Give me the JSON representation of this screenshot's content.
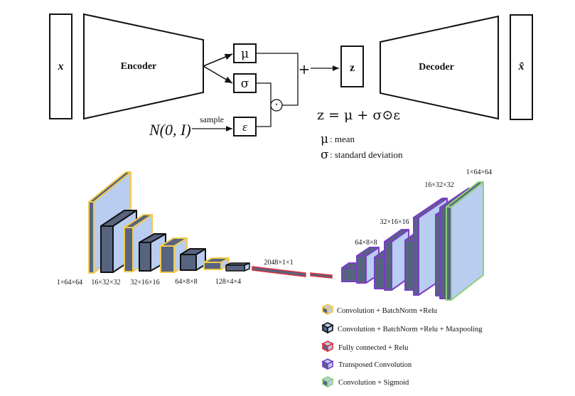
{
  "vae": {
    "input_label": "x",
    "encoder_label": "Encoder",
    "mu_label": "μ",
    "sigma_label": "σ",
    "epsilon_label": "ε",
    "hadamard_symbol": "⋅",
    "plus_symbol": "+",
    "z_label": "z",
    "decoder_label": "Decoder",
    "output_label": "x̂",
    "noise_source": "N(0, I)",
    "sample_label": "sample",
    "equation": "z = μ + σ⊙ε",
    "legend": [
      {
        "symbol": "μ",
        "text": ": mean"
      },
      {
        "symbol": "σ",
        "text": ": standard deviation"
      }
    ]
  },
  "network": {
    "encoder_labels": [
      "1×64×64",
      "16×32×32",
      "32×16×16",
      "64×8×8",
      "128×4×4"
    ],
    "fc_label": "2048×1×1",
    "decoder_labels": [
      "64×8×8",
      "32×16×16",
      "16×32×32",
      "1×64×64"
    ],
    "colors": {
      "front": "#b8cdf0",
      "side": "#56647f",
      "conv_edge": "#f2c94c",
      "pool_edge": "#111111",
      "fc_edge": "#e0303a",
      "tconv_edge": "#7a3fc4",
      "sigmoid_edge": "#8fd07a"
    }
  },
  "legend": [
    {
      "key": "conv",
      "label": "Convolution + BatchNorm +Relu"
    },
    {
      "key": "pool",
      "label": "Convolution + BatchNorm +Relu + Maxpooling"
    },
    {
      "key": "fc",
      "label": "Fully connected + Relu"
    },
    {
      "key": "tconv",
      "label": "Transposed Convolution"
    },
    {
      "key": "sigmoid",
      "label": "Convolution + Sigmoid"
    }
  ]
}
